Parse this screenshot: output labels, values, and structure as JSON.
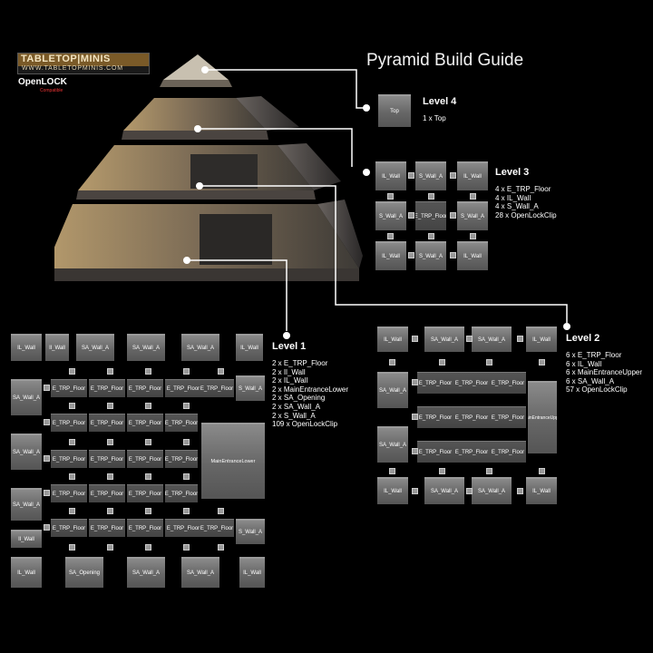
{
  "title": "Pyramid Build Guide",
  "logo": {
    "brand": "TABLETOP|MINIS",
    "url": "WWW.TABLETOPMINIS.COM",
    "compat": "OpenLOCK",
    "compat_sub": "Compatible"
  },
  "colors": {
    "background": "#000000",
    "tile": "#777777",
    "line": "#ffffff",
    "logo_gold": "#7a5a28"
  },
  "levels": [
    {
      "name": "Level 4",
      "parts": [
        "1 x Top"
      ]
    },
    {
      "name": "Level 3",
      "parts": [
        "4 x E_TRP_Floor",
        "4 x IL_Wall",
        "4 x S_Wall_A",
        "28 x OpenLockClip"
      ]
    },
    {
      "name": "Level 2",
      "parts": [
        "6 x E_TRP_Floor",
        "6 x IL_Wall",
        "6 x MainEntranceUpper",
        "6 x SA_Wall_A",
        "57 x OpenLockClip"
      ]
    },
    {
      "name": "Level 1",
      "parts": [
        "2 x E_TRP_Floor",
        "2 x Il_Wall",
        "2 x IL_Wall",
        "2 x MainEntranceLower",
        "2 x SA_Opening",
        "2 x SA_Wall_A",
        "2 x S_Wall_A",
        "109 x OpenLockClip"
      ]
    }
  ],
  "tiles": {
    "top": "Top",
    "il_wall": "IL_Wall",
    "s_wall_a": "S_Wall_A",
    "sa_wall_a": "SA_Wall_A",
    "e_trp_floor": "E_TRP_Floor",
    "il_wall_short": "Il_Wall",
    "sa_opening": "SA_Opening",
    "main_entrance_lower": "MainEntranceLower",
    "main_entrance_upper": "MainEntranceUpper"
  }
}
